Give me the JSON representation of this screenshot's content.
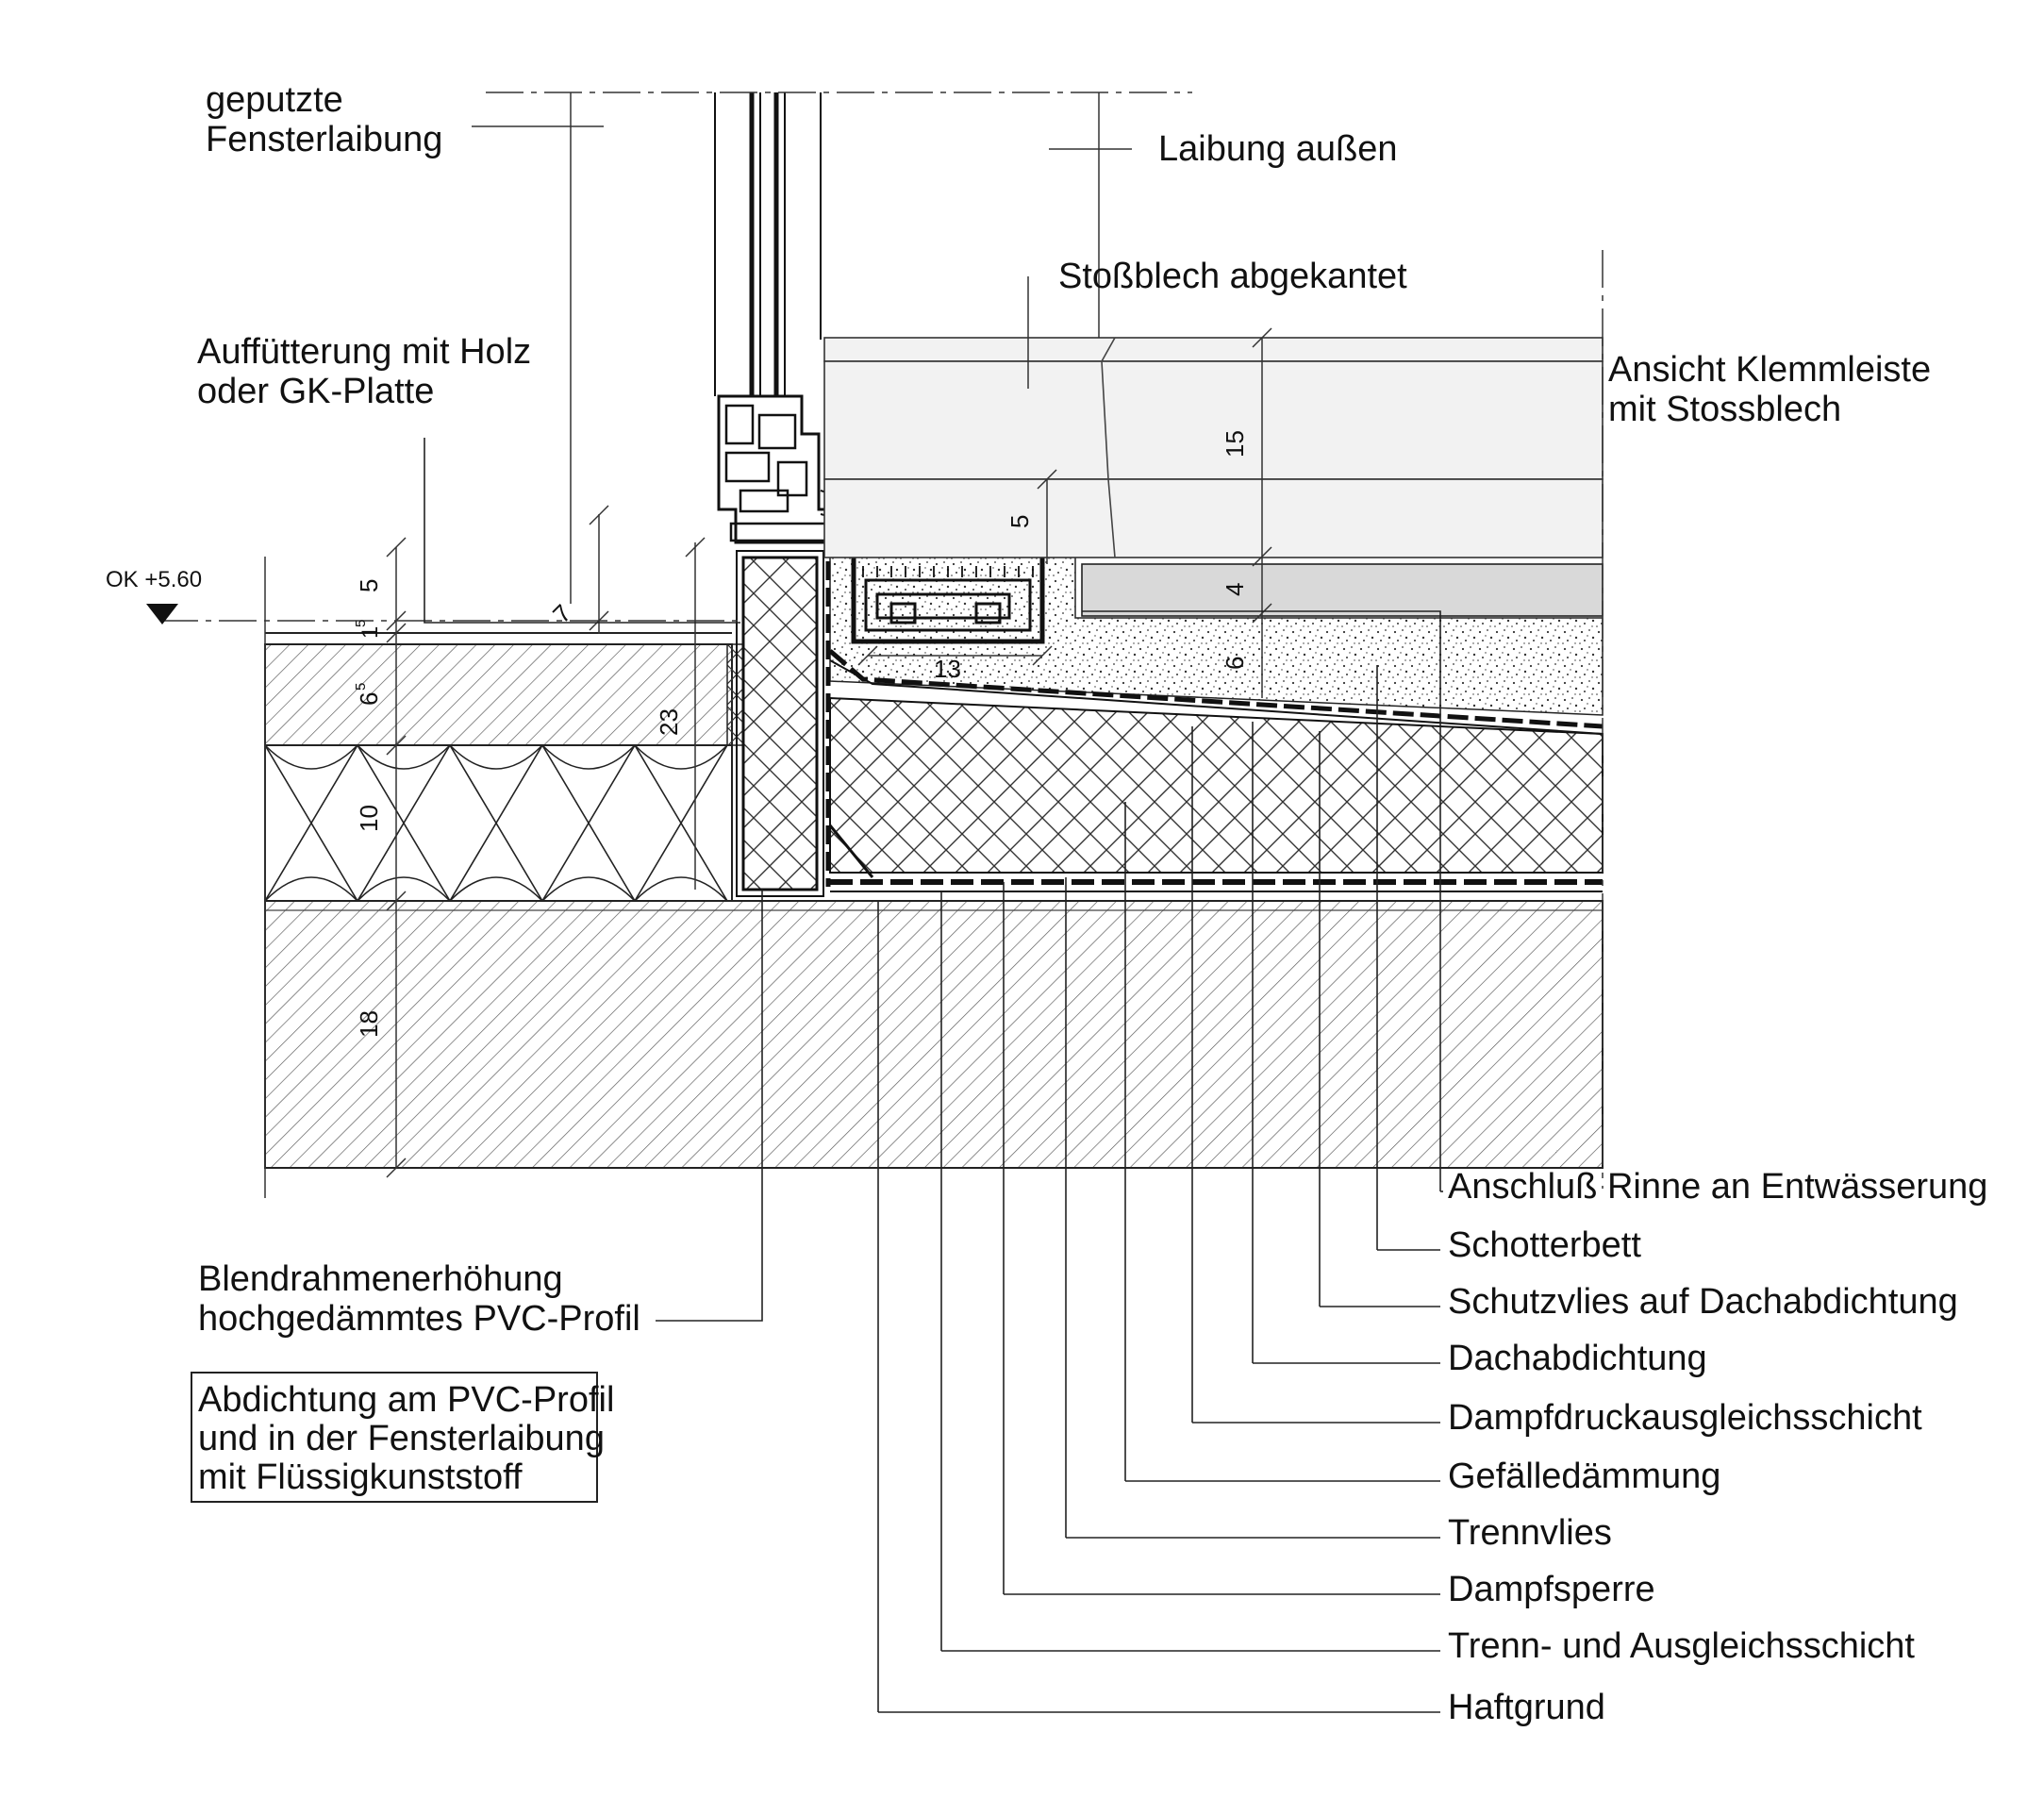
{
  "labels_left": {
    "geputzte_1": "geputzte",
    "geputzte_2": "Fensterlaibung",
    "auffutterung_1": "Auffütterung mit Holz",
    "auffutterung_2": "oder GK-Platte",
    "ok_level": "OK +5.60",
    "blendrahmen_1": "Blendrahmenerhöhung",
    "blendrahmen_2": "hochgedämmtes PVC-Profil"
  },
  "note_box": {
    "line1": "Abdichtung am PVC-Profil",
    "line2": "und in der Fensterlaibung",
    "line3": "mit Flüssigkunststoff"
  },
  "labels_top": {
    "laibung": "Laibung außen",
    "stossblech": "Stoßblech abgekantet",
    "ansicht_1": "Ansicht Klemmleiste",
    "ansicht_2": "mit Stossblech"
  },
  "layer_labels": [
    "Anschluß Rinne an Entwässerung",
    "Schotterbett",
    "Schutzvlies auf Dachabdichtung",
    "Dachabdichtung",
    "Dampfdruckausgleichsschicht",
    "Gefälledämmung",
    "Trennvlies",
    "Dampfsperre",
    "Trenn- und Ausgleichsschicht",
    "Haftgrund"
  ],
  "dimensions": {
    "d5_left": "5",
    "d1_5_main": "1",
    "d1_5_sup": "5",
    "d6_5_main": "6",
    "d6_5_sup": "5",
    "d10": "10",
    "d18": "18",
    "d7": "7",
    "d23": "23",
    "d13": "13",
    "d15": "15",
    "d5_right": "5",
    "d4": "4",
    "d6": "6"
  }
}
